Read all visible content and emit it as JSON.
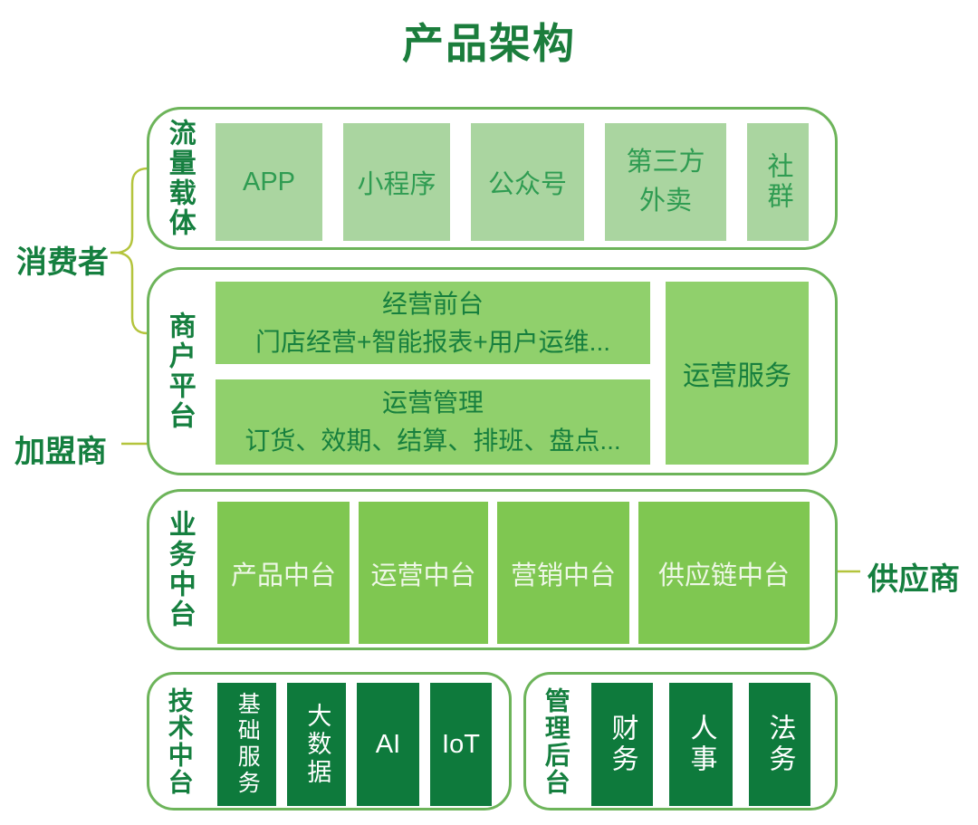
{
  "title": "产品架构",
  "colors": {
    "title_green": "#1b7d3c",
    "label_green": "#157f3f",
    "panel_border": "#6db45a",
    "box_light": "#aad5a0",
    "box_light_text": "#2f9c52",
    "box_medium": "#90d06c",
    "box_medium_text": "#17803e",
    "box_bright": "#7fc751",
    "box_bright_text": "#eef7e6",
    "box_dark": "#0e7a3c",
    "box_dark_text": "#ffffff",
    "connector_yellow_green": "#b4c43c"
  },
  "side_labels": {
    "consumer": "消费者",
    "franchisee": "加盟商",
    "supplier": "供应商"
  },
  "sections": {
    "traffic": {
      "label": "流量载体",
      "boxes": [
        "APP",
        "小程序",
        "公众号",
        "第三方外卖",
        "社群"
      ]
    },
    "merchant": {
      "label": "商户平台",
      "front_title": "经营前台",
      "front_desc": "门店经营+智能报表+用户运维...",
      "ops_title": "运营管理",
      "ops_desc": "订货、效期、结算、排班、盘点...",
      "service": "运营服务"
    },
    "business": {
      "label": "业务中台",
      "boxes": [
        "产品中台",
        "运营中台",
        "营销中台",
        "供应链中台"
      ]
    },
    "tech": {
      "label": "技术中台",
      "boxes": [
        "基础服务",
        "大数据",
        "AI",
        "IoT"
      ]
    },
    "admin": {
      "label": "管理后台",
      "boxes": [
        "财务",
        "人事",
        "法务"
      ]
    }
  }
}
